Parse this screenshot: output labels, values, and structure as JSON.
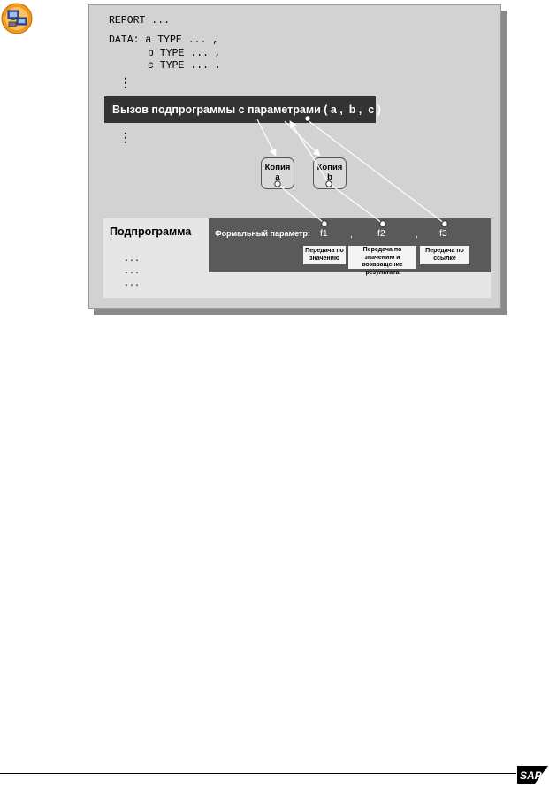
{
  "code": {
    "line1": "REPORT ...",
    "line2": "DATA: a TYPE ... ,",
    "line3": "b TYPE ... ,",
    "line4": "c TYPE ... .",
    "vdots": "⋮"
  },
  "call": {
    "label": "Вызов подпрограммы с параметрами ( a ,  b ,  c )"
  },
  "copies": [
    {
      "title": "Копия",
      "var": "a"
    },
    {
      "title": "Копия",
      "var": "b"
    }
  ],
  "subroutine": {
    "title": "Подпрограмма",
    "dots": [
      "...",
      "...",
      "..."
    ],
    "formal_label": "Формальный параметр:",
    "params": [
      "f1",
      "f2",
      "f3"
    ],
    "separator": ","
  },
  "passing": {
    "by_value": "Передача по значению",
    "by_value_result": "Передача по значению и возвращение результата",
    "by_reference": "Передача по ссылке"
  },
  "footer": {
    "logo": "SAP"
  },
  "colors": {
    "dark_bar": "#333333",
    "panel": "#d2d2d2",
    "subroutine_dark": "#5a5a5a",
    "icon_orange": "#f39a1e"
  }
}
